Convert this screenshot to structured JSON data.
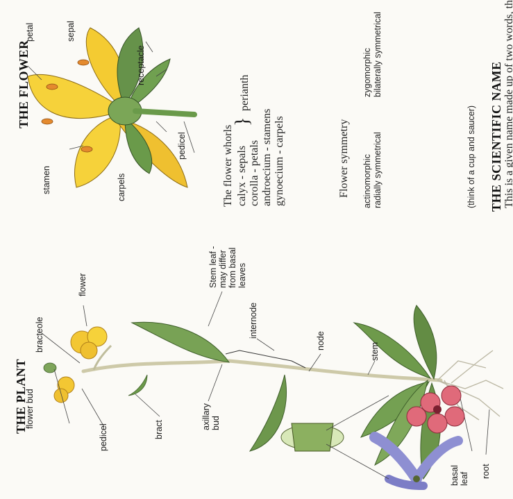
{
  "headings": {
    "plant": "THE PLANT",
    "flower": "THE FLOWER",
    "scientific": "THE SCIENTIFIC NAME",
    "scientific_cut": "This is a given name made up of two words, the first"
  },
  "plant_labels": {
    "flower_bud": "flower bud",
    "bracteole": "bracteole",
    "flower": "flower",
    "pedicel": "pedicel",
    "bract": "bract",
    "axillary_bud": [
      "axillary",
      "bud"
    ],
    "stem_leaf": [
      "Stem leaf -",
      "may differ",
      "from basal",
      "leaves"
    ],
    "internode": "internode",
    "node": "node",
    "stem": "stem",
    "basal_leaf": [
      "basal",
      "leaf"
    ],
    "root": "root"
  },
  "flower_labels": {
    "petal": "petal",
    "sepal": "sepal",
    "receptacle": "receptacle",
    "stamen": "stamen",
    "carpels": "carpels",
    "pedicel": "pedicel"
  },
  "whorls": {
    "title": "The flower whorls",
    "lines": [
      "calyx - sepals",
      "corolla - petals",
      "androecium - stamens",
      "gynoecium - carpels"
    ],
    "perianth": "perianth"
  },
  "symmetry": {
    "title": "Flower symmetry",
    "actinomorphic": [
      "actinomorphic",
      "radially symmetrical"
    ],
    "zygomorphic": [
      "zygomorphic",
      "bilaterally symmetrical"
    ],
    "note": "(think of a cup and saucer)"
  },
  "colors": {
    "petal_yellow": "#f6d23a",
    "leaf_green": "#6f9a4e",
    "stem": "#c9c7a8",
    "pink_flower": "#e06a7a",
    "violet_flower": "#8e8fd2"
  }
}
